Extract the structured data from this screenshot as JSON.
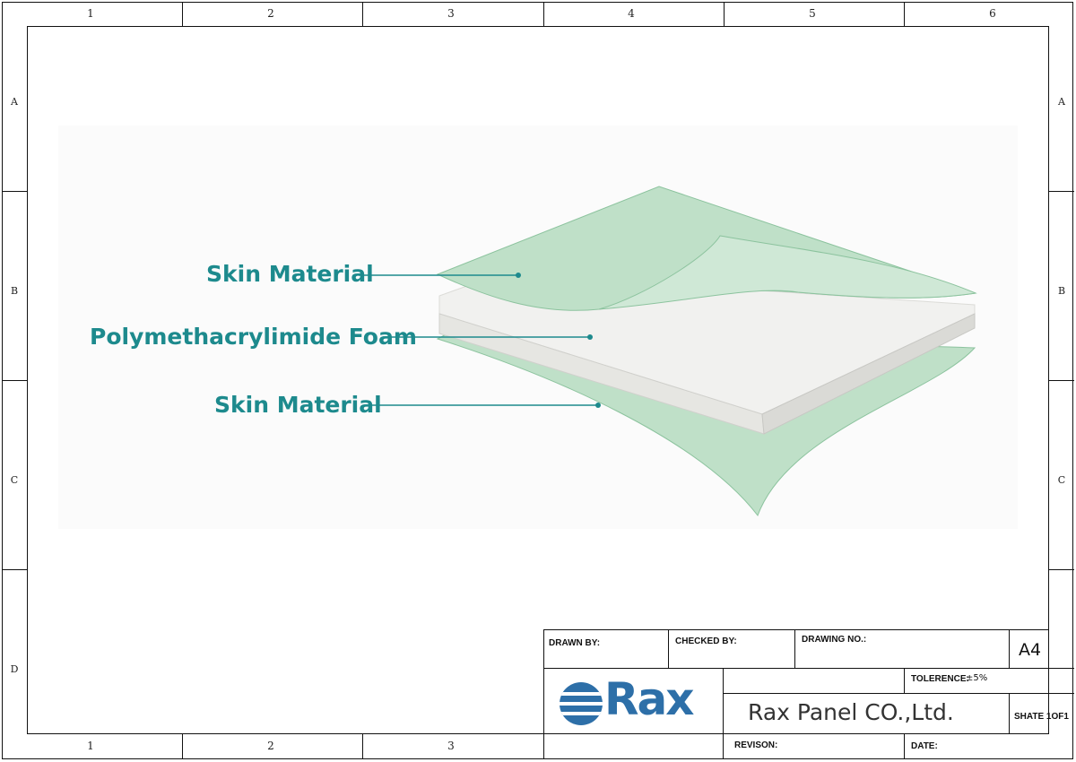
{
  "frame": {
    "column_markers": [
      "1",
      "2",
      "3",
      "4",
      "5",
      "6"
    ],
    "bottom_column_markers": [
      "1",
      "2",
      "3"
    ],
    "row_markers": [
      "A",
      "B",
      "C",
      "D"
    ]
  },
  "diagram": {
    "labels": {
      "top_skin": "Skin Material",
      "core": "Polymethacrylimide Foam",
      "bottom_skin": "Skin Material"
    },
    "colors": {
      "label_text": "#1d8a8d",
      "skin_fill": "#bfe0c8",
      "skin_edge": "#8cc39e",
      "core_fill": "#f1f1ef",
      "core_edge": "#d8d8d4"
    }
  },
  "title_block": {
    "drawn_by_label": "DRAWN BY:",
    "checked_by_label": "CHECKED BY:",
    "drawing_no_label": "DRAWING NO.:",
    "sheet_size": "A4",
    "tolerance_label": "TOLERENCE:",
    "tolerance_value": "±5%",
    "company_logo_text": "Rax",
    "company_name": "Rax Panel CO.,Ltd.",
    "sheet_label": "SHATE 1OF1",
    "revision_label": "REVISON:",
    "date_label": "DATE:",
    "logo_color": "#2d6fa8"
  }
}
